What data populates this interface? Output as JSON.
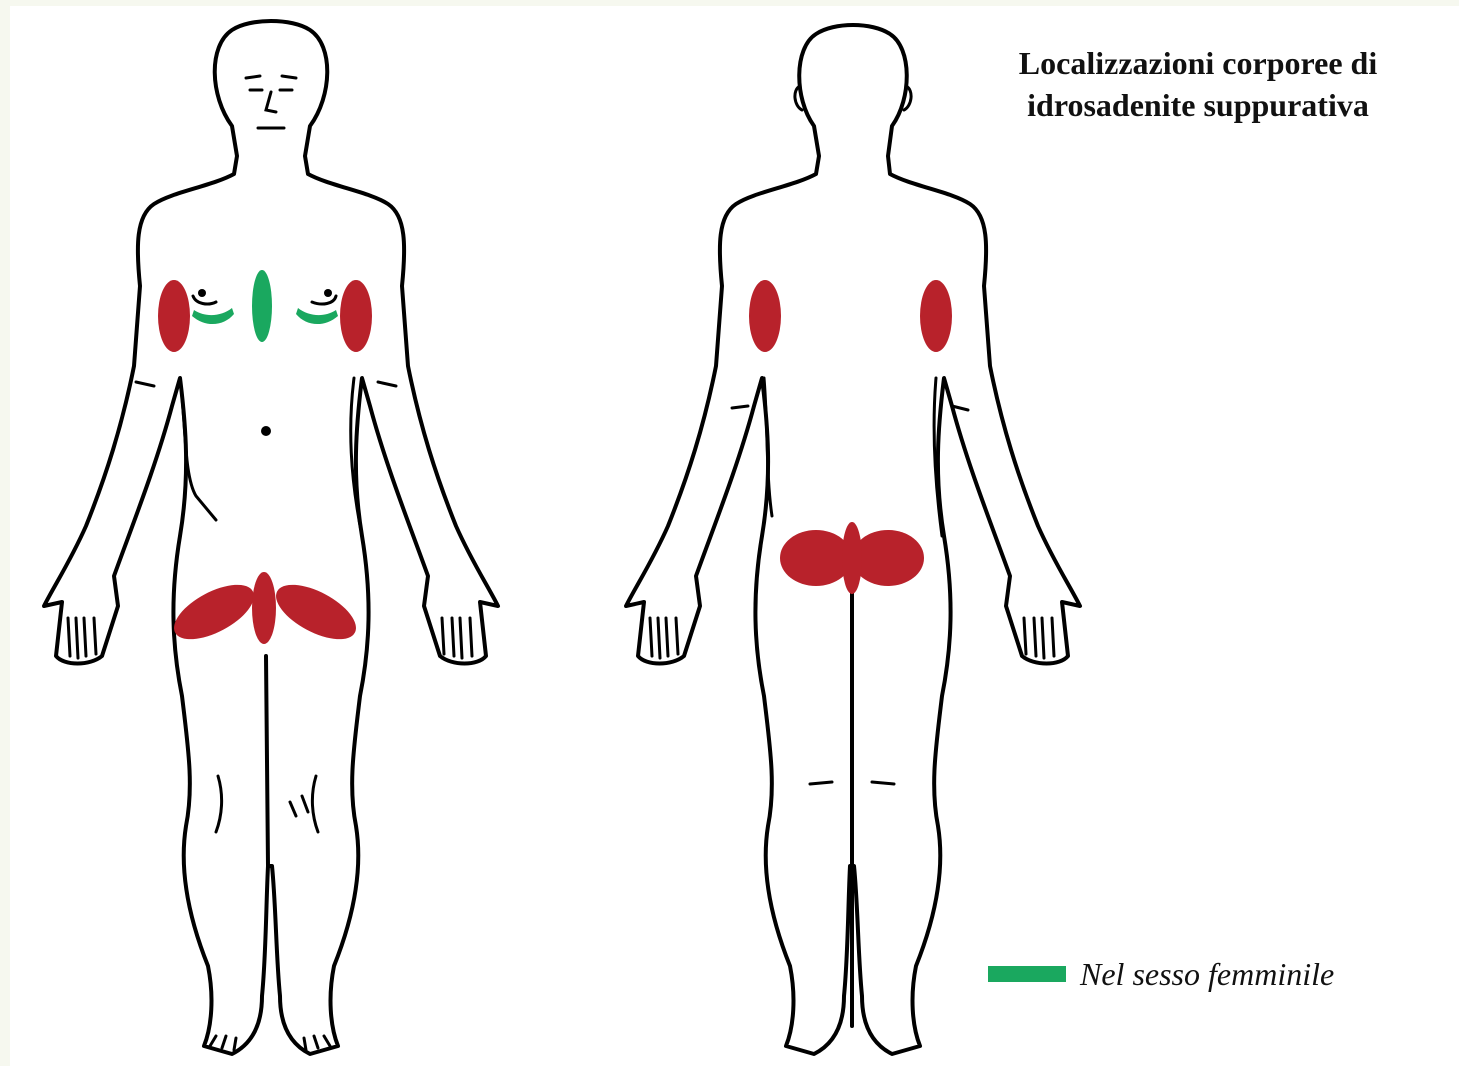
{
  "title": {
    "line1": "Localizzazioni corporee di",
    "line2": "idrosadenite suppurativa"
  },
  "legend": {
    "label": "Nel sesso femminile",
    "color": "#1aa85f"
  },
  "colors": {
    "primary_region": "#b8222b",
    "female_region": "#1aa85f",
    "outline": "#000000"
  },
  "figures": [
    "front-view",
    "back-view"
  ]
}
